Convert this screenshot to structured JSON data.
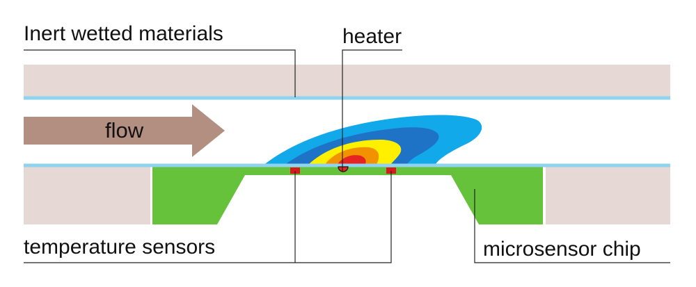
{
  "labels": {
    "inert_wetted_materials": "Inert wetted materials",
    "heater": "heater",
    "flow": "flow",
    "temperature_sensors": "temperature sensors",
    "microsensor_chip": "microsensor chip"
  },
  "colors": {
    "wall": "#e6d8d4",
    "membrane_line": "#8fd3ee",
    "arrow": "#b38f82",
    "chip": "#66c23a",
    "sensor": "#d71920",
    "heat_outer": "#11a9ea",
    "heat_mid": "#1f73c7",
    "heat_yellow": "#fff000",
    "heat_orange": "#f39200",
    "heat_red": "#e52421"
  }
}
